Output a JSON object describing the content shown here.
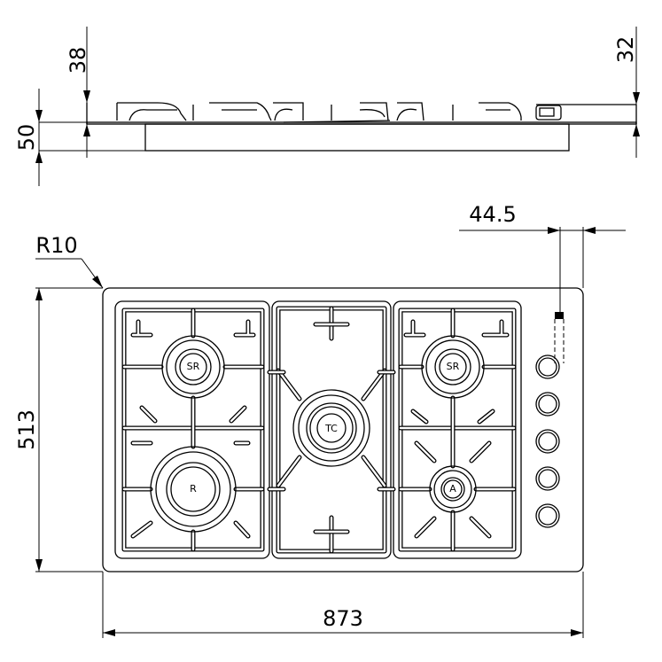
{
  "dimensions": {
    "top_depth": "38",
    "side_height": "32",
    "total_height": "50",
    "knob_offset": "44.5",
    "corner_radius": "R10",
    "depth": "513",
    "width": "873"
  },
  "burners": {
    "semi_rapid_left": "SR",
    "rapid": "R",
    "triple_crown": "TC",
    "semi_rapid_right": "SR",
    "auxiliary": "A"
  },
  "knob_count": 5
}
